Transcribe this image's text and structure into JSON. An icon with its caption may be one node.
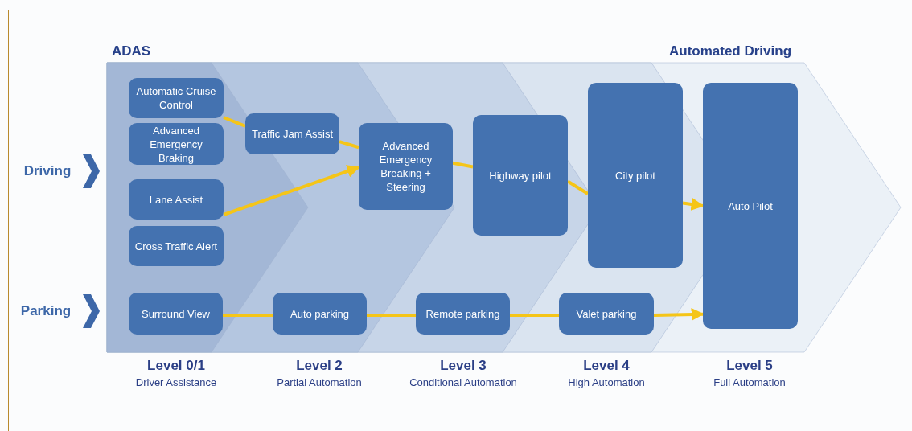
{
  "diagram": {
    "nodes": [
      {
        "text": [
          "Automatic Cruise Control"
        ]
      },
      {
        "text": [
          "Advanced Emergency Braking"
        ]
      },
      {
        "text": [
          "Lane Assist"
        ]
      },
      {
        "text": [
          "Cross Traffic Alert"
        ]
      },
      {
        "text": [
          "Traffic Jam Assist"
        ]
      },
      {
        "text": [
          "Advanced Emergency Breaking + Steering"
        ]
      },
      {
        "text": [
          "Highway pilot"
        ]
      },
      {
        "text": [
          "City pilot"
        ]
      },
      {
        "text": [
          "Auto Pilot"
        ]
      },
      {
        "text": [
          "Surround View"
        ]
      },
      {
        "text": [
          "Auto parking"
        ]
      },
      {
        "text": [
          "Remote parking"
        ]
      },
      {
        "text": [
          "Valet parking"
        ]
      }
    ],
    "edges": [
      {
        "from": 0,
        "to": 4,
        "arrow": "none"
      },
      {
        "from": 4,
        "to": 5,
        "arrow": "none"
      },
      {
        "from": 2,
        "to": 5,
        "arrow": "to"
      },
      {
        "from": 5,
        "to": 6,
        "arrow": "none"
      },
      {
        "from": 6,
        "to": 7,
        "arrow": "none"
      },
      {
        "from": 7,
        "to": 8,
        "arrow": "to"
      },
      {
        "from": 9,
        "to": 10,
        "arrow": "none"
      },
      {
        "from": 10,
        "to": 11,
        "arrow": "none"
      },
      {
        "from": 11,
        "to": 12,
        "arrow": "none"
      },
      {
        "from": 12,
        "to": 8,
        "arrow": "to"
      }
    ],
    "labels": [
      "ADAS",
      "Automated Driving",
      "Driving",
      "Parking",
      "Level 0/1",
      "Driver Assistance",
      "Level 2",
      "Partial Automation",
      "Level 3",
      "Conditional Automation",
      "Level 4",
      "High Automation",
      "Level 5",
      "Full Automation"
    ]
  }
}
